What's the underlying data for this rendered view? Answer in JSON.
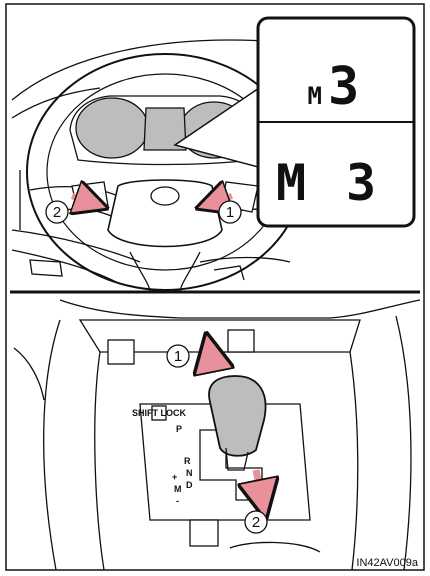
{
  "figure_code": "IN42AV009a",
  "display": {
    "top": {
      "small_letter": "M",
      "large_digit": "3"
    },
    "bottom": {
      "letter": "M",
      "digit": "3"
    }
  },
  "callouts": {
    "paddle_left": "2",
    "paddle_right": "1",
    "shift_forward": "1",
    "shift_back": "2"
  },
  "shift_gate": {
    "button_label": "SHIFT LOCK",
    "p": "P",
    "r": "R",
    "n": "N",
    "d": "D",
    "plus": "+",
    "m": "M",
    "minus": "-"
  },
  "colors": {
    "arrow": "#e8919b",
    "screen": "#bdbdbd",
    "line": "#111111"
  }
}
